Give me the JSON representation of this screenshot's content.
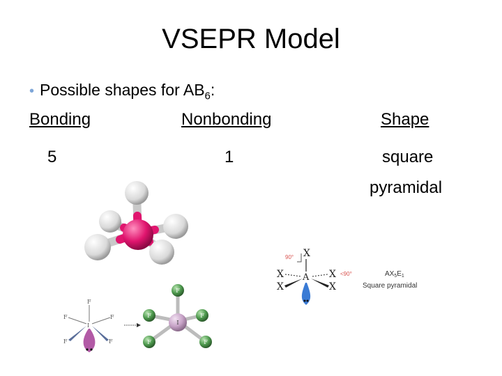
{
  "slide": {
    "title": "VSEPR Model",
    "bullet": {
      "text_prefix": "Possible shapes for AB",
      "subscript": "6",
      "suffix": ":"
    },
    "headers": {
      "bonding": "Bonding",
      "nonbonding": "Nonbonding",
      "shape": "Shape"
    },
    "row": {
      "bonding": "5",
      "nonbonding": "1",
      "shape_line1": "square",
      "shape_line2": "pyramidal"
    },
    "bullet_color": "#7ea6d8"
  },
  "diagram": {
    "atom_x": "X",
    "atom_a": "A",
    "angle_90": "90°",
    "angle_90b": "<90°",
    "formula_prefix": "AX",
    "formula_sub1": "5",
    "formula_mid": "E",
    "formula_sub2": "1",
    "caption": "Square pyramidal",
    "atom_f": "F",
    "atom_i": "I",
    "lone_pair_color": "#3a7bd5",
    "central_atom_color": "#e0156e",
    "fluorine_color": "#4e9a4e",
    "iodine_color": "#c7a3c7"
  }
}
